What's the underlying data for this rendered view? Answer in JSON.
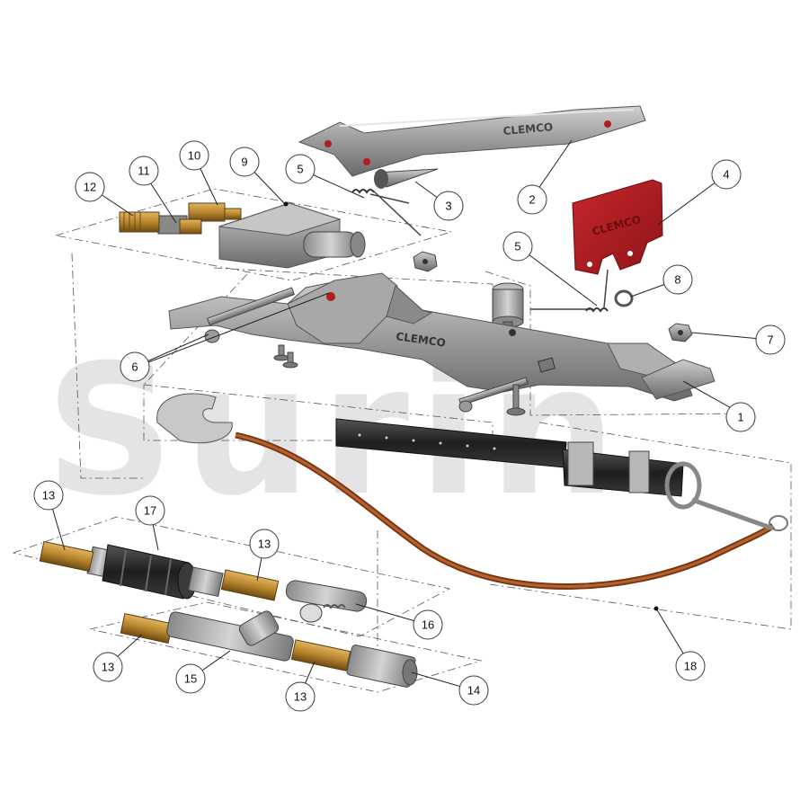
{
  "watermark": {
    "text": "Surin"
  },
  "brand_marks": {
    "latch": "CLEMCO",
    "body": "CLEMCO",
    "red_flag": "CLEMCO"
  },
  "colors": {
    "metal": "#9a9a9a",
    "metal_dark": "#6e6e6e",
    "metal_light": "#c9c9c9",
    "red_flag": "#b01e22",
    "brass": "#b8862d",
    "cable": "#9a4a1e",
    "strap": "#2b2b2b"
  },
  "callouts": [
    {
      "label": "1",
      "part": "main body"
    },
    {
      "label": "2",
      "part": "latch lever"
    },
    {
      "label": "3",
      "part": "cone / plug"
    },
    {
      "label": "4",
      "part": "red safety flag"
    },
    {
      "label": "5",
      "part": "torsion spring (top)"
    },
    {
      "label": "5",
      "part": "torsion spring (right)"
    },
    {
      "label": "6",
      "part": "bolt"
    },
    {
      "label": "7",
      "part": "nut"
    },
    {
      "label": "8",
      "part": "ring"
    },
    {
      "label": "9",
      "part": "cylinder block"
    },
    {
      "label": "10",
      "part": "fitting"
    },
    {
      "label": "11",
      "part": "fitting"
    },
    {
      "label": "12",
      "part": "fitting"
    },
    {
      "label": "13",
      "part": "nipple (upper left)"
    },
    {
      "label": "13",
      "part": "nipple (upper right)"
    },
    {
      "label": "13",
      "part": "nipple (lower left)"
    },
    {
      "label": "13",
      "part": "nipple (lower right)"
    },
    {
      "label": "14",
      "part": "coupling nut"
    },
    {
      "label": "15",
      "part": "tee"
    },
    {
      "label": "16",
      "part": "hose clamp"
    },
    {
      "label": "17",
      "part": "quick coupling"
    },
    {
      "label": "18",
      "part": "safety cable"
    }
  ]
}
